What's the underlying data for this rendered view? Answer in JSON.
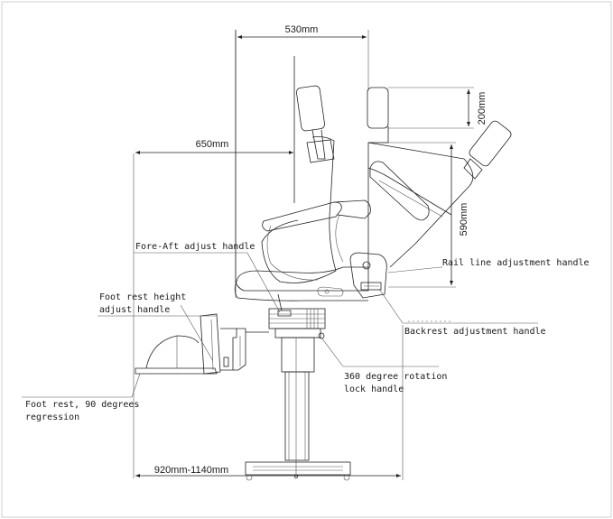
{
  "dimensions": {
    "width_top": "530mm",
    "depth": "650mm",
    "headrest_height": "200mm",
    "backrest_height": "590mm",
    "length_range": "920mm-1140mm"
  },
  "labels": {
    "fore_aft": "Fore-Aft adjust handle",
    "rail_line": "Rail line adjustment handle",
    "foot_rest_height_1": "Foot rest height",
    "foot_rest_height_2": "adjust handle",
    "backrest_adjust": "Backrest adjustment handle",
    "rotation_1": "360 degree rotation",
    "rotation_2": "lock handle",
    "foot_rest_1": "Foot rest, 90 degrees",
    "foot_rest_2": "regression"
  }
}
